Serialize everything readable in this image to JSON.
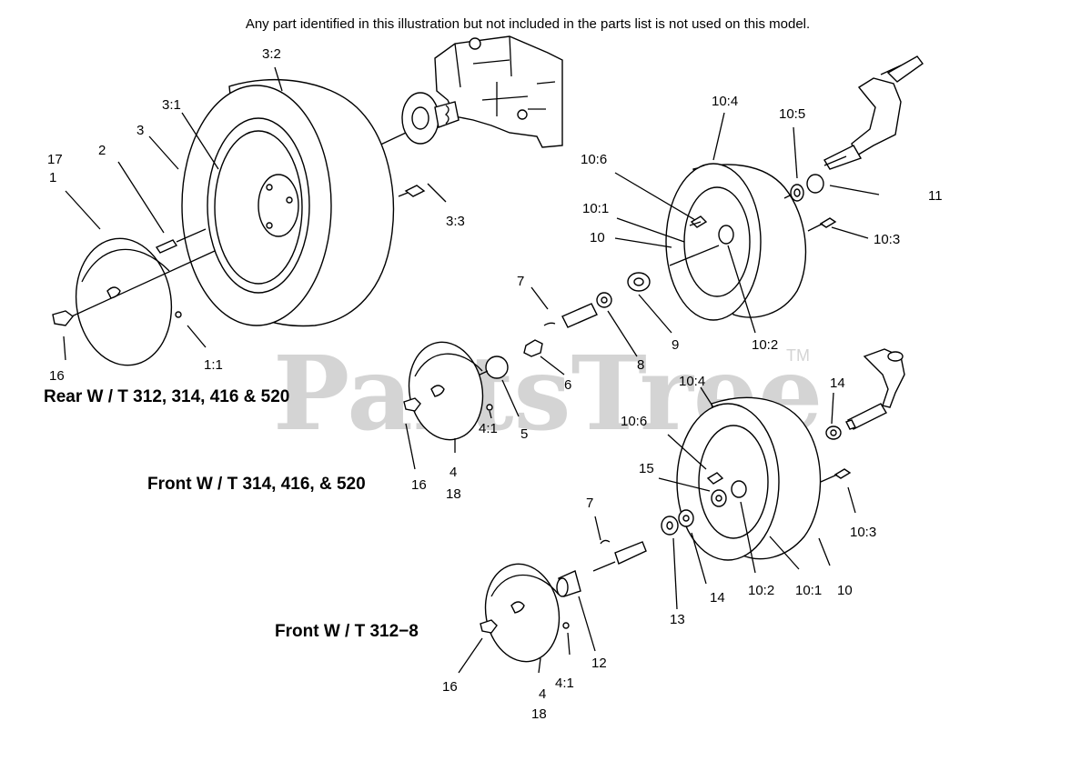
{
  "header": {
    "notice": "Any part identified in this illustration but not included in the parts list is not used on this model."
  },
  "watermark": {
    "text": "PartsTree",
    "trademark": "TM"
  },
  "sections": {
    "rear": "Rear W / T 312, 314, 416 & 520",
    "front_a": "Front W / T 314, 416, & 520",
    "front_b": "Front W / T 312−8"
  },
  "callouts": {
    "rear": {
      "c3_2": "3:2",
      "c3_1": "3:1",
      "c3": "3",
      "c17": "17",
      "c1": "1",
      "c2": "2",
      "c3_3": "3:3",
      "c16": "16",
      "c1_1": "1:1"
    },
    "front_a": {
      "c10_4": "10:4",
      "c10_5": "10:5",
      "c10_6": "10:6",
      "c11": "11",
      "c10_1": "10:1",
      "c10": "10",
      "c10_3": "10:3",
      "c7": "7",
      "c9": "9",
      "c10_2": "10:2",
      "c8": "8",
      "c6": "6",
      "c5": "5",
      "c4_1": "4:1",
      "c16": "16",
      "c4": "4",
      "c18": "18"
    },
    "front_b": {
      "c14a": "14",
      "c10_4": "10:4",
      "c10_6": "10:6",
      "c15": "15",
      "c10_3": "10:3",
      "c7": "7",
      "c13": "13",
      "c14b": "14",
      "c10_2": "10:2",
      "c10_1": "10:1",
      "c10": "10",
      "c12": "12",
      "c4_1": "4:1",
      "c16": "16",
      "c4": "4",
      "c18": "18"
    }
  },
  "colors": {
    "ink": "#000000",
    "watermark": "#d4d4d4",
    "background": "#ffffff"
  }
}
